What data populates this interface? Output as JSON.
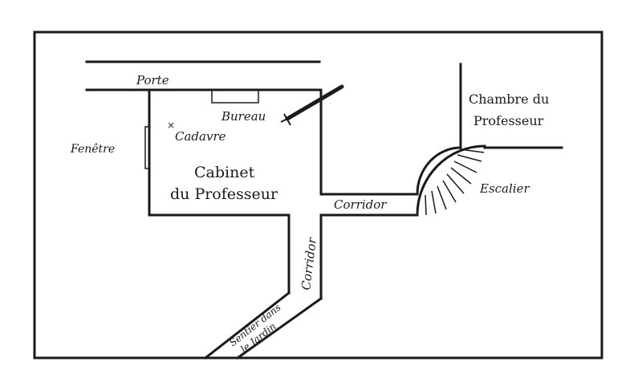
{
  "labels": {
    "porte": "Porte",
    "bureau": "Bureau",
    "cadavre": "Cadavre",
    "fenetre": "Fenêtre",
    "cabinet_line1": "Cabinet",
    "cabinet_line2": "du Professeur",
    "chambre_line1": "Chambre du",
    "chambre_line2": "Professeur",
    "escalier": "Escalier",
    "corridor_horizontal": "Corridor",
    "corridor_vertical": "Corridor",
    "sentier_line1": "Sentier dans",
    "sentier_line2": "le Jardin"
  },
  "markers": {
    "body_mark": "×"
  }
}
